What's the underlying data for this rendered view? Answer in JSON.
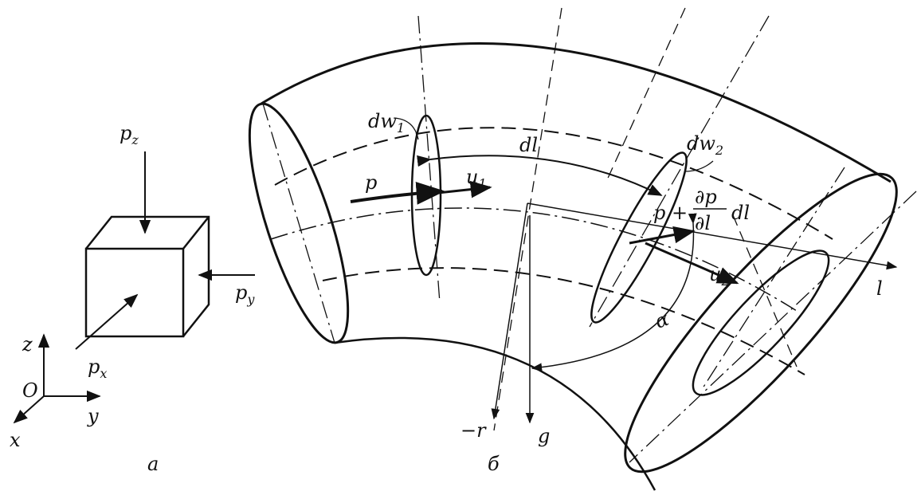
{
  "panel_a": {
    "label": "а",
    "forces": {
      "pz": "p",
      "pz_sub": "z",
      "py": "p",
      "py_sub": "y",
      "px": "p",
      "px_sub": "x"
    },
    "axes": {
      "z": "z",
      "y": "y",
      "x": "x",
      "origin": "O"
    }
  },
  "panel_b": {
    "label": "б",
    "dw1": "dw",
    "dw1_sub": "1",
    "dw2": "dw",
    "dw2_sub": "2",
    "dl": "dl",
    "p": "p",
    "u1": "u",
    "u1_sub": "1",
    "u2": "u",
    "u2_sub": "2",
    "p_plus": "p +",
    "dp": "∂p",
    "dl_den": "∂l",
    "dl_mul": "dl",
    "l": "l",
    "alpha": "α",
    "minus_r": "−r",
    "g": "g"
  }
}
